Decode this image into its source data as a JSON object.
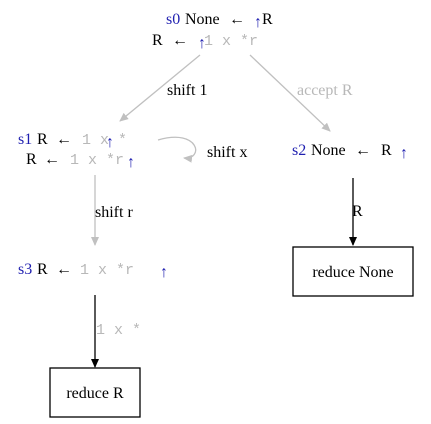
{
  "states": {
    "s0": {
      "id": "s0",
      "head": "None",
      "arrow": "←",
      "rhs": "R",
      "row2_lhs": "R",
      "row2_arrow": "←",
      "row2_rhs": "1 x *r"
    },
    "s1": {
      "id": "s1",
      "head": "R",
      "arrow": "←",
      "rhs": "1 x *",
      "row2_lhs": "R",
      "row2_arrow": "←",
      "row2_rhs": "1 x *r"
    },
    "s2": {
      "id": "s2",
      "head": "None",
      "arrow": "←",
      "rhs": "R"
    },
    "s3": {
      "id": "s3",
      "head": "R",
      "arrow": "←",
      "rhs": "1 x *r"
    }
  },
  "edges": {
    "shift_1": "shift 1",
    "accept_r": "accept R",
    "shift_x": "shift x",
    "shift_r": "shift r",
    "reduce_none_lookahead": "R",
    "reduce_r_lookahead": "1 x *"
  },
  "boxes": {
    "reduce_none": "reduce None",
    "reduce_r": "reduce R"
  },
  "symbols": {
    "dot": "↑",
    "arrow": "←"
  },
  "colors": {
    "state_id": "#1f1fb0",
    "lookahead_gray": "#b8b8b8",
    "edge_gray": "#c0c0c0"
  }
}
